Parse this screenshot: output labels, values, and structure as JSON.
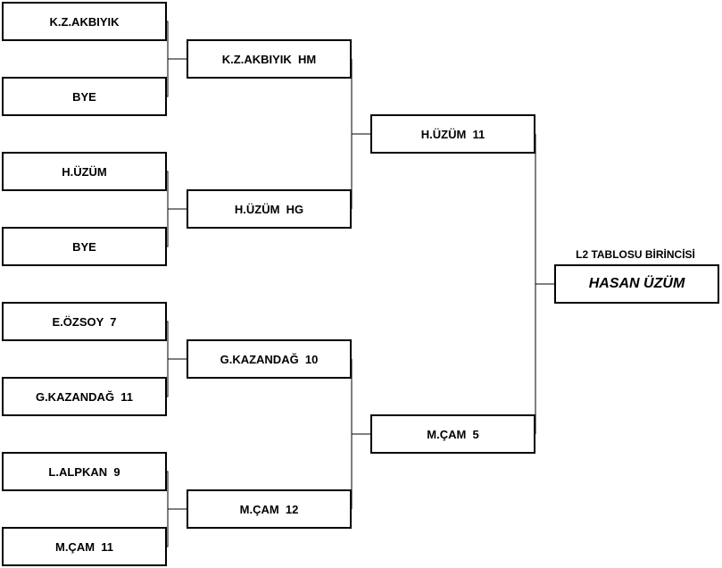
{
  "round1": [
    "K.Z.AKBIYIK",
    "BYE",
    "H.ÜZÜM",
    "BYE",
    "E.ÖZSOY  7",
    "G.KAZANDAĞ  11",
    "L.ALPKAN  9",
    "M.ÇAM  11"
  ],
  "round2": [
    "K.Z.AKBIYIK  HM",
    "H.ÜZÜM  HG",
    "G.KAZANDAĞ  10",
    "M.ÇAM  12"
  ],
  "round3": [
    "H.ÜZÜM  11",
    "M.ÇAM  5"
  ],
  "champion": {
    "title": "L2 TABLOSU BİRİNCİSİ",
    "name": "HASAN ÜZÜM"
  }
}
